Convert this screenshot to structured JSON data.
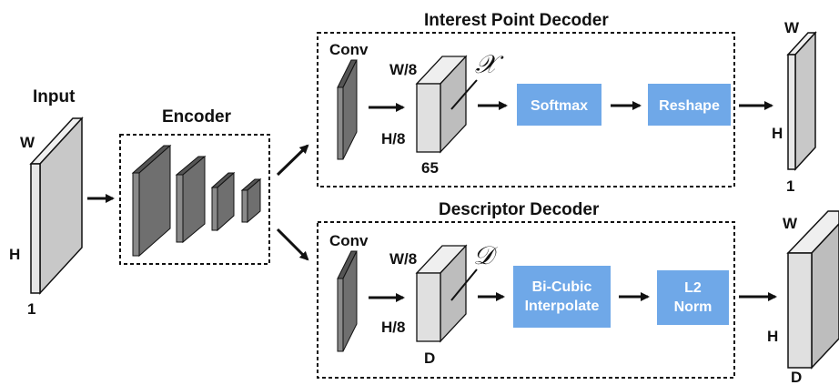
{
  "input": {
    "title": "Input",
    "width_label": "W",
    "height_label": "H",
    "depth_label": "1"
  },
  "encoder": {
    "title": "Encoder"
  },
  "interest_decoder": {
    "title": "Interest Point Decoder",
    "conv_label": "Conv",
    "tensor_width": "W/8",
    "tensor_height": "H/8",
    "tensor_depth": "65",
    "symbol": "𝒳",
    "step1": "Softmax",
    "step2": "Reshape",
    "output": {
      "width_label": "W",
      "height_label": "H",
      "depth_label": "1"
    }
  },
  "descriptor_decoder": {
    "title": "Descriptor Decoder",
    "conv_label": "Conv",
    "tensor_width": "W/8",
    "tensor_height": "H/8",
    "tensor_depth": "D",
    "symbol": "𝒟",
    "step1_line1": "Bi-Cubic",
    "step1_line2": "Interpolate",
    "step2_line1": "L2",
    "step2_line2": "Norm",
    "output": {
      "width_label": "W",
      "height_label": "H",
      "depth_label": "D"
    }
  },
  "colors": {
    "accent_box": "#6fa8e8",
    "conv_gray": "#7f7f7f",
    "tensor_gray": "#dcdcdc"
  }
}
